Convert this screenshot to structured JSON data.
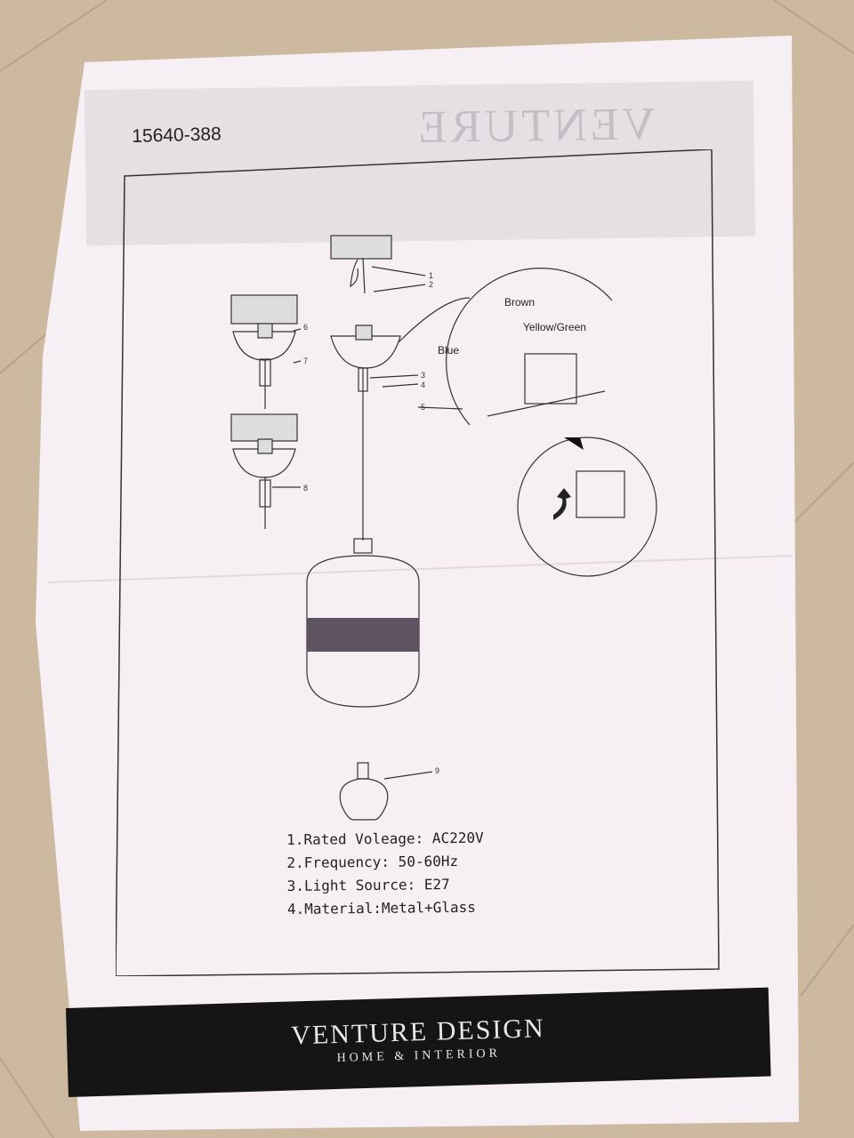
{
  "document": {
    "model_number": "15640-388",
    "wire_labels": {
      "brown": "Brown",
      "yellow_green": "Yellow/Green",
      "blue": "Blue"
    },
    "callouts": [
      "1",
      "2",
      "3",
      "4",
      "5",
      "6",
      "7",
      "8",
      "9"
    ],
    "specs": [
      "1.Rated Voleage: AC220V",
      "2.Frequency: 50-60Hz",
      "3.Light Source: E27",
      "4.Material:Metal+Glass"
    ],
    "brand": {
      "name": "VENTURE DESIGN",
      "tagline": "HOME & INTERIOR"
    }
  },
  "colors": {
    "paper": "#f6f0f4",
    "floor": "#cdb9a0",
    "banner": "#151515",
    "shade_band": "#5d5361"
  }
}
